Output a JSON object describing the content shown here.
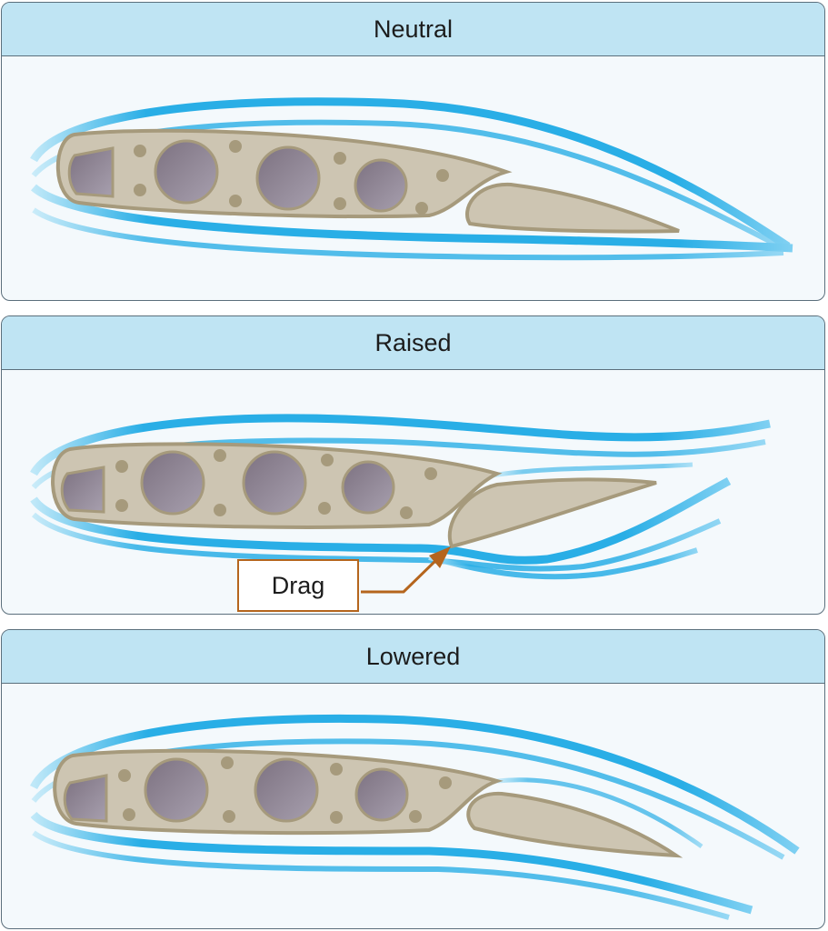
{
  "panels": [
    {
      "key": "neutral",
      "title": "Neutral"
    },
    {
      "key": "raised",
      "title": "Raised"
    },
    {
      "key": "lowered",
      "title": "Lowered"
    }
  ],
  "callout": {
    "label": "Drag"
  },
  "colors": {
    "airflow": "#29aee6",
    "airflow_light": "#9fdcf5",
    "wing_fill": "#cdc5b2",
    "wing_stroke": "#a69a7c",
    "hole_fill": "#8a7f8d",
    "header_fill": "#bfe4f3",
    "border": "#5b6f7c",
    "callout": "#b5651d"
  }
}
